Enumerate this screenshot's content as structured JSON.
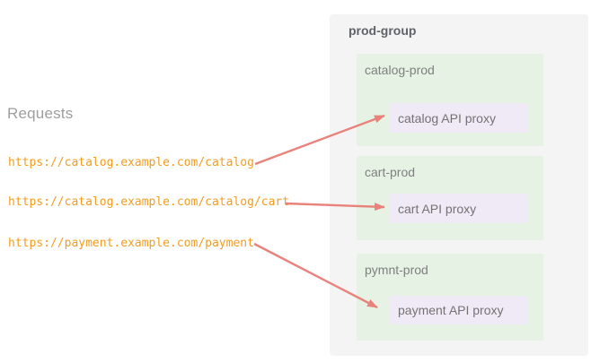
{
  "requests": {
    "heading": "Requests",
    "urls": [
      "https://catalog.example.com/catalog",
      "https://catalog.example.com/catalog/cart",
      "https://payment.example.com/payment"
    ]
  },
  "group": {
    "name": "prod-group",
    "environments": [
      {
        "name": "catalog-prod",
        "proxy": "catalog API proxy"
      },
      {
        "name": "cart-prod",
        "proxy": "cart API proxy"
      },
      {
        "name": "pymnt-prod",
        "proxy": "payment API proxy"
      }
    ]
  },
  "colors": {
    "url_text": "#f29d22",
    "arrow": "#e8827b",
    "group_bg": "#f4f4f4",
    "environment_bg": "#e6f3e4",
    "proxy_bg": "#f0e9f6",
    "heading_text": "#9e9e9e",
    "group_title_text": "#5f6368"
  }
}
